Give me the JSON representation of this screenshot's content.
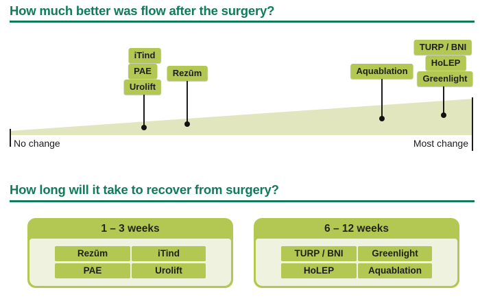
{
  "colors": {
    "heading_teal": "#0f7b5b",
    "label_green": "#b3c853",
    "wedge_green": "#e2e6bf",
    "card_body_pale": "#f0f2e0",
    "text_dark": "#1e1e1e"
  },
  "flow_section": {
    "heading": {
      "prefix": "How much better was ",
      "bold": "flow",
      "suffix": " after the surgery?"
    },
    "axis": {
      "left": "No change",
      "right": "Most change"
    },
    "groups": [
      {
        "labels": [
          "iTind",
          "PAE",
          "Urolift"
        ],
        "scale_position": 0.29
      },
      {
        "labels": [
          "Rezūm"
        ],
        "scale_position": 0.38
      },
      {
        "labels": [
          "Aquablation"
        ],
        "scale_position": 0.8
      },
      {
        "labels": [
          "TURP / BNI",
          "HoLEP",
          "Greenlight"
        ],
        "scale_position": 0.94
      }
    ]
  },
  "recovery_section": {
    "heading": {
      "prefix": "How long will it take to ",
      "bold": "recover from surgery?",
      "suffix": ""
    },
    "cards": [
      {
        "title": "1 – 3 weeks",
        "cells": [
          [
            "Rezūm",
            "iTind"
          ],
          [
            "PAE",
            "Urolift"
          ]
        ]
      },
      {
        "title": "6 – 12 weeks",
        "cells": [
          [
            "TURP / BNI",
            "Greenlight"
          ],
          [
            "HoLEP",
            "Aquablation"
          ]
        ]
      }
    ]
  }
}
